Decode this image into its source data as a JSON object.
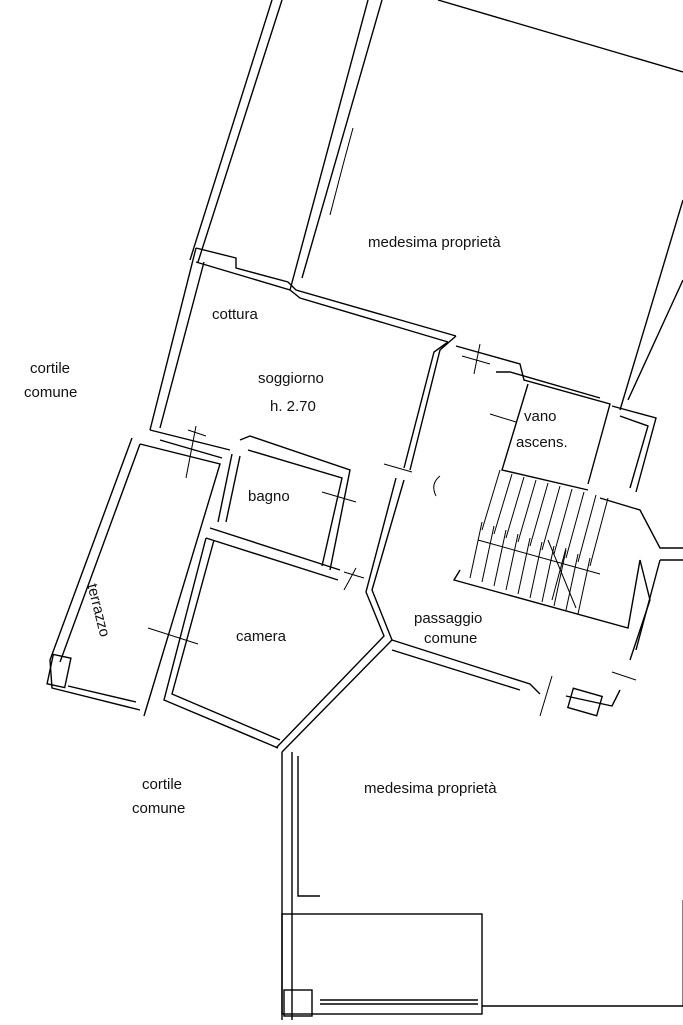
{
  "labels": {
    "medesima_top": "medesima proprietà",
    "cortile_left_1": "cortile",
    "cortile_left_2": "comune",
    "cottura": "cottura",
    "soggiorno": "soggiorno",
    "soggiorno_h": "h. 2.70",
    "vano_1": "vano",
    "vano_2": "ascens.",
    "bagno": "bagno",
    "terrazzo": "terrazzo",
    "camera": "camera",
    "passaggio_1": "passaggio",
    "passaggio_2": "comune",
    "cortile_bottom_1": "cortile",
    "cortile_bottom_2": "comune",
    "medesima_bottom": "medesima proprietà"
  }
}
